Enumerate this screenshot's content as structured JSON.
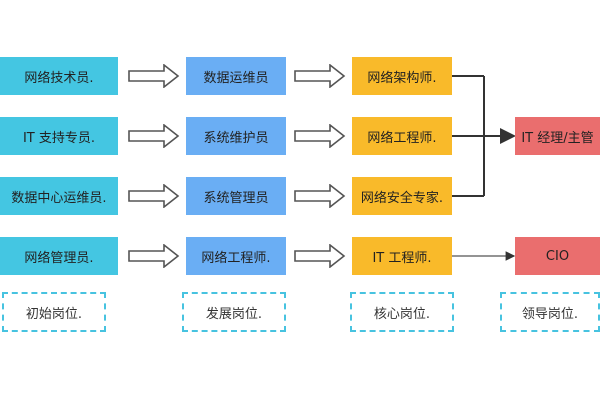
{
  "columns": [
    {
      "id": "initial",
      "title": "初始岗位.",
      "color": "#44c6e2",
      "items": [
        "网络技术员.",
        "IT 支持专员.",
        "数据中心运维员.",
        "网络管理员."
      ]
    },
    {
      "id": "development",
      "title": "发展岗位.",
      "color": "#6aaef4",
      "items": [
        "数据运维员",
        "系统维护员",
        "系统管理员",
        "网络工程师."
      ]
    },
    {
      "id": "core",
      "title": "核心岗位.",
      "color": "#f9ba2a",
      "items": [
        "网络架构师.",
        "网络工程师.",
        "网络安全专家.",
        "IT 工程师."
      ]
    },
    {
      "id": "leadership",
      "title": "领导岗位.",
      "color": "#ea6e6e",
      "items": [
        "IT 经理/主管",
        "CIO"
      ]
    }
  ],
  "flows": [
    {
      "from": [
        "core",
        0
      ],
      "to": [
        "leadership",
        0
      ],
      "style": "bracket"
    },
    {
      "from": [
        "core",
        1
      ],
      "to": [
        "leadership",
        0
      ],
      "style": "bracket"
    },
    {
      "from": [
        "core",
        2
      ],
      "to": [
        "leadership",
        0
      ],
      "style": "bracket"
    },
    {
      "from": [
        "core",
        3
      ],
      "to": [
        "leadership",
        1
      ],
      "style": "line"
    }
  ],
  "colors": {
    "connector": "#333333",
    "hollow_arrow_stroke": "#555555",
    "dashed_border": "#47c3e0"
  }
}
